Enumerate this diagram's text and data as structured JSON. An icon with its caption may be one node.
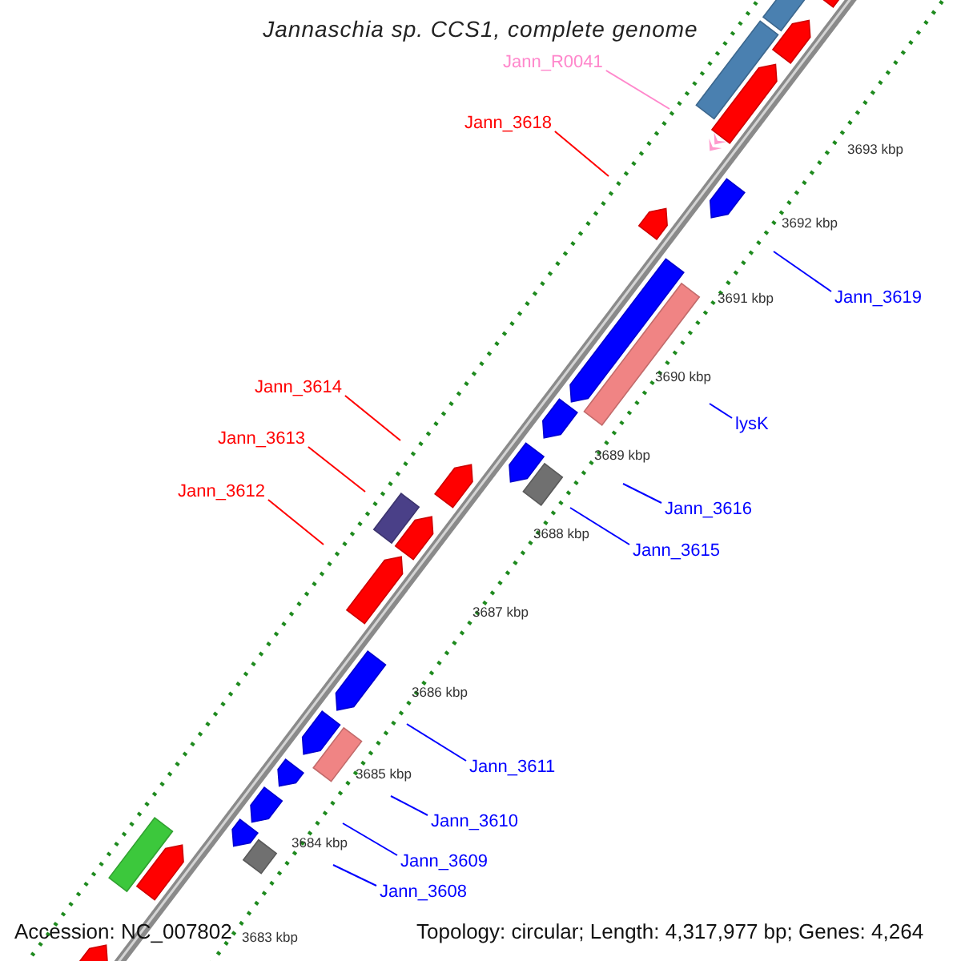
{
  "diagram": {
    "title": "Jannaschia sp. CCS1, complete genome",
    "nodes": [
      {
        "text": [
          "Jann_R0041"
        ]
      },
      {
        "text": [
          "Jann_3618"
        ]
      },
      {
        "text": [
          "Jann_3619"
        ]
      },
      {
        "text": [
          "Jann_3614"
        ]
      },
      {
        "text": [
          "lysK"
        ]
      },
      {
        "text": [
          "Jann_3613"
        ]
      },
      {
        "text": [
          "Jann_3612"
        ]
      },
      {
        "text": [
          "Jann_3616"
        ]
      },
      {
        "text": [
          "Jann_3615"
        ]
      },
      {
        "text": [
          "Jann_3611"
        ]
      },
      {
        "text": [
          "Jann_3610"
        ]
      },
      {
        "text": [
          "Jann_3609"
        ]
      },
      {
        "text": [
          "Jann_3608"
        ]
      }
    ],
    "edges": [
      {
        "from": 0,
        "to": null,
        "arrow": "none",
        "color": "#ff88cc"
      },
      {
        "from": 1,
        "to": null,
        "arrow": "none",
        "color": "#ff0000"
      },
      {
        "from": 2,
        "to": null,
        "arrow": "none"
      },
      {
        "from": 3,
        "to": null,
        "arrow": "none",
        "color": "#ff0000"
      },
      {
        "from": 4,
        "to": null,
        "arrow": "none"
      },
      {
        "from": 5,
        "to": null,
        "arrow": "none",
        "color": "#ff0000"
      },
      {
        "from": 6,
        "to": null,
        "arrow": "none",
        "color": "#ff0000"
      },
      {
        "from": 7,
        "to": null,
        "arrow": "none"
      },
      {
        "from": 8,
        "to": null,
        "arrow": "none"
      },
      {
        "from": 9,
        "to": null,
        "arrow": "none"
      },
      {
        "from": 10,
        "to": null,
        "arrow": "none"
      },
      {
        "from": 11,
        "to": null,
        "arrow": "none"
      },
      {
        "from": 12,
        "to": null,
        "arrow": "none"
      }
    ],
    "labels": [
      "3693 kbp",
      "3692 kbp",
      "3691 kbp",
      "3690 kbp",
      "3689 kbp",
      "3688 kbp",
      "3687 kbp",
      "3686 kbp",
      "3685 kbp",
      "3684 kbp",
      "3683 kbp",
      "Accession: NC_007802",
      "Topology: circular; Length: 4,317,977 bp; Genes: 4,264"
    ]
  }
}
